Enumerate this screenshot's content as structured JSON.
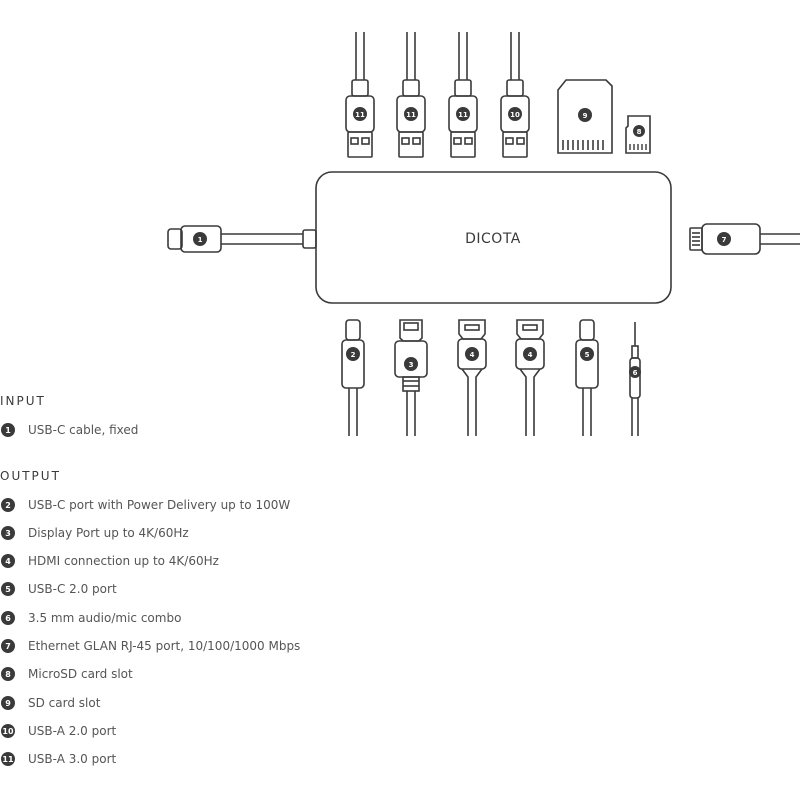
{
  "brand": "DICOTA",
  "colors": {
    "line": "#3a3a3a",
    "badge": "#3a3a3a",
    "text": "#555555"
  },
  "input": {
    "title": "INPUT",
    "items": [
      {
        "num": "1",
        "label": "USB-C cable, fixed"
      }
    ]
  },
  "output": {
    "title": "OUTPUT",
    "items": [
      {
        "num": "2",
        "label": "USB-C port with Power Delivery up to 100W"
      },
      {
        "num": "3",
        "label": "Display Port up to 4K/60Hz"
      },
      {
        "num": "4",
        "label": "HDMI connection up to 4K/60Hz"
      },
      {
        "num": "5",
        "label": "USB-C 2.0 port"
      },
      {
        "num": "6",
        "label": "3.5 mm audio/mic combo"
      },
      {
        "num": "7",
        "label": "Ethernet GLAN RJ-45 port, 10/100/1000 Mbps"
      },
      {
        "num": "8",
        "label": "MicroSD card slot"
      },
      {
        "num": "9",
        "label": "SD card slot"
      },
      {
        "num": "10",
        "label": "USB-A 2.0 port"
      },
      {
        "num": "11",
        "label": "USB-A 3.0 port"
      }
    ]
  },
  "callouts": {
    "top_usb_a": [
      "11",
      "11",
      "11",
      "10"
    ],
    "sd": "9",
    "microsd": "8",
    "input_cable": "1",
    "ethernet": "7",
    "bottom": [
      "2",
      "3",
      "4",
      "4",
      "5",
      "6"
    ]
  }
}
